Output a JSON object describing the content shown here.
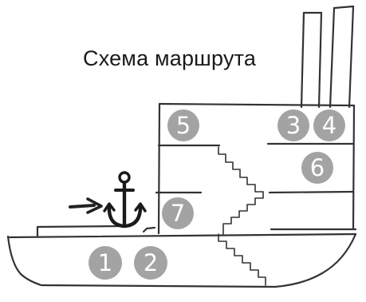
{
  "title": "Схема маршрута",
  "badge_color": "#a3a3a3",
  "icons": [
    "anchor-icon",
    "arrow-right-icon"
  ],
  "route_points": [
    {
      "id": "point-1",
      "label": "1"
    },
    {
      "id": "point-2",
      "label": "2"
    },
    {
      "id": "point-3",
      "label": "3"
    },
    {
      "id": "point-4",
      "label": "4"
    },
    {
      "id": "point-5",
      "label": "5"
    },
    {
      "id": "point-6",
      "label": "6"
    },
    {
      "id": "point-7",
      "label": "7"
    }
  ]
}
